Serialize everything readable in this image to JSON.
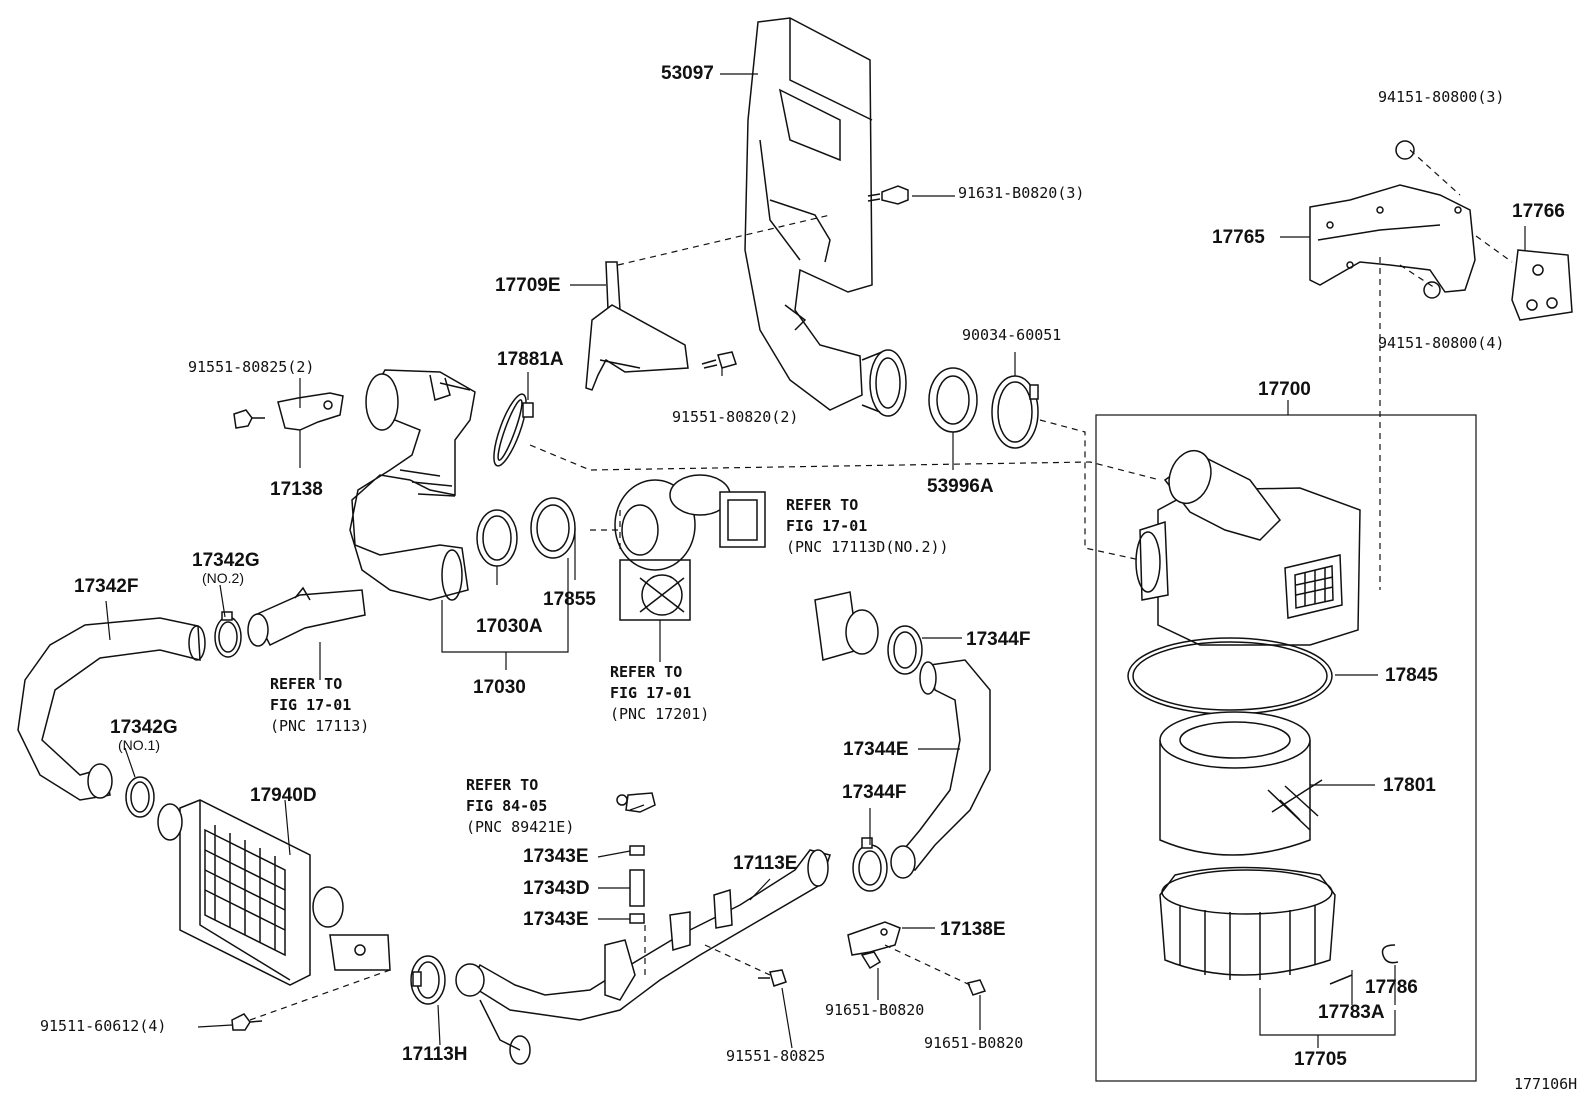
{
  "diagram_id": "177106H",
  "callouts": {
    "c53097": "53097",
    "c91631": "91631-B0820(3)",
    "c17709E": "17709E",
    "c17881A": "17881A",
    "c91551_80825_2": "91551-80825(2)",
    "c91551_80820_2": "91551-80820(2)",
    "c17138": "17138",
    "c90034": "90034-60051",
    "c53996A": "53996A",
    "c94151_3": "94151-80800(3)",
    "c17766": "17766",
    "c17765": "17765",
    "c94151_4": "94151-80800(4)",
    "c17700": "17700",
    "c17342F": "17342F",
    "c17342G_a": "17342G",
    "c17342G_a_note": "(NO.2)",
    "c17342G_b": "17342G",
    "c17342G_b_note": "(NO.1)",
    "c17030A": "17030A",
    "c17855": "17855",
    "c17030": "17030",
    "c17344F_a": "17344F",
    "c17344E": "17344E",
    "c17344F_b": "17344F",
    "c17845": "17845",
    "c17801": "17801",
    "c17940D": "17940D",
    "c17343E_a": "17343E",
    "c17343D": "17343D",
    "c17343E_b": "17343E",
    "c17113E": "17113E",
    "c17138E": "17138E",
    "c91651_a": "91651-B0820",
    "c91651_b": "91651-B0820",
    "c17786": "17786",
    "c17783A": "17783A",
    "c17705": "17705",
    "c91511": "91511-60612(4)",
    "c17113H": "17113H",
    "c91551_80825": "91551-80825"
  },
  "references": {
    "ref_turbo_top": [
      "REFER TO",
      "FIG 17-01",
      "(PNC 17113D(NO.2))"
    ],
    "ref_pipe": [
      "REFER TO",
      "FIG 17-01",
      "(PNC 17113)"
    ],
    "ref_turbo_bottom": [
      "REFER TO",
      "FIG 17-01",
      "(PNC 17201)"
    ],
    "ref_sensor": [
      "REFER TO",
      "FIG 84-05",
      "(PNC 89421E)"
    ]
  }
}
